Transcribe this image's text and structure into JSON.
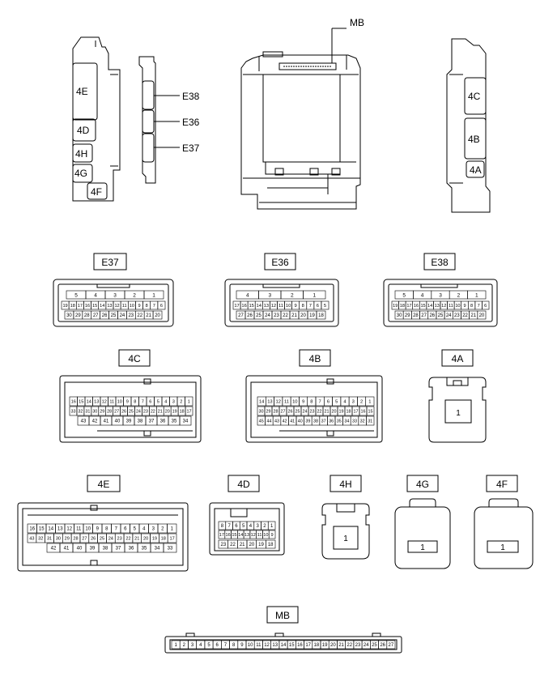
{
  "views": {
    "left_side": [
      "4E",
      "4D",
      "4H",
      "4G",
      "4F"
    ],
    "edge_side": [
      "E38",
      "E36",
      "E37"
    ],
    "top_callout": "MB",
    "right_side": [
      "4C",
      "4B",
      "4A"
    ]
  },
  "connectors": {
    "E37": {
      "label": "E37",
      "rows": [
        [
          "5",
          "4",
          "3",
          "2",
          "1"
        ],
        [
          "19",
          "18",
          "17",
          "16",
          "15",
          "14",
          "13",
          "12",
          "11",
          "10",
          "9",
          "8",
          "7",
          "6"
        ],
        [
          "30",
          "29",
          "28",
          "27",
          "26",
          "25",
          "24",
          "23",
          "22",
          "21",
          "20"
        ]
      ]
    },
    "E36": {
      "label": "E36",
      "rows": [
        [
          "4",
          "3",
          "2",
          "1"
        ],
        [
          "17",
          "16",
          "15",
          "14",
          "13",
          "12",
          "11",
          "10",
          "9",
          "8",
          "7",
          "6",
          "5"
        ],
        [
          "27",
          "26",
          "25",
          "24",
          "23",
          "22",
          "21",
          "20",
          "19",
          "18"
        ]
      ]
    },
    "E38": {
      "label": "E38",
      "rows": [
        [
          "5",
          "4",
          "3",
          "2",
          "1"
        ],
        [
          "19",
          "18",
          "17",
          "16",
          "15",
          "14",
          "13",
          "12",
          "11",
          "10",
          "9",
          "8",
          "7",
          "6"
        ],
        [
          "30",
          "29",
          "28",
          "27",
          "26",
          "25",
          "24",
          "23",
          "22",
          "21",
          "20"
        ]
      ]
    },
    "4C": {
      "label": "4C",
      "rows": [
        [
          "16",
          "15",
          "14",
          "13",
          "12",
          "11",
          "10",
          "9",
          "8",
          "7",
          "6",
          "5",
          "4",
          "3",
          "2",
          "1"
        ],
        [
          "33",
          "32",
          "31",
          "30",
          "29",
          "28",
          "27",
          "26",
          "25",
          "24",
          "23",
          "22",
          "21",
          "20",
          "19",
          "18",
          "17"
        ],
        [
          "43",
          "42",
          "41",
          "40",
          "39",
          "38",
          "37",
          "36",
          "35",
          "34"
        ]
      ]
    },
    "4B": {
      "label": "4B",
      "rows": [
        [
          "14",
          "13",
          "12",
          "11",
          "10",
          "9",
          "8",
          "7",
          "6",
          "5",
          "4",
          "3",
          "2",
          "1"
        ],
        [
          "30",
          "29",
          "28",
          "27",
          "26",
          "25",
          "24",
          "23",
          "22",
          "21",
          "20",
          "19",
          "18",
          "17",
          "16",
          "15"
        ],
        [
          "45",
          "44",
          "43",
          "42",
          "41",
          "40",
          "39",
          "38",
          "37",
          "36",
          "35",
          "34",
          "33",
          "32",
          "31"
        ]
      ]
    },
    "4A": {
      "label": "4A",
      "pins": [
        "1"
      ]
    },
    "4E": {
      "label": "4E",
      "rows": [
        [
          "16",
          "15",
          "14",
          "13",
          "12",
          "11",
          "10",
          "9",
          "8",
          "7",
          "6",
          "5",
          "4",
          "3",
          "2",
          "1"
        ],
        [
          "43",
          "32",
          "31",
          "30",
          "29",
          "28",
          "27",
          "26",
          "25",
          "24",
          "23",
          "22",
          "21",
          "20",
          "19",
          "18",
          "17"
        ],
        [
          "42",
          "41",
          "40",
          "39",
          "38",
          "37",
          "36",
          "35",
          "34",
          "33"
        ]
      ]
    },
    "4D": {
      "label": "4D",
      "rows": [
        [
          "8",
          "7",
          "6",
          "5",
          "4",
          "3",
          "2",
          "1"
        ],
        [
          "17",
          "16",
          "15",
          "14",
          "13",
          "12",
          "11",
          "10",
          "9"
        ],
        [
          "23",
          "22",
          "21",
          "20",
          "19",
          "18"
        ]
      ]
    },
    "4H": {
      "label": "4H",
      "pins": [
        "1"
      ]
    },
    "4G": {
      "label": "4G",
      "pins": [
        "1"
      ]
    },
    "4F": {
      "label": "4F",
      "pins": [
        "1"
      ]
    },
    "MB": {
      "label": "MB",
      "pins": [
        "1",
        "2",
        "3",
        "4",
        "5",
        "6",
        "7",
        "8",
        "9",
        "10",
        "11",
        "12",
        "13",
        "14",
        "15",
        "16",
        "17",
        "18",
        "19",
        "20",
        "21",
        "22",
        "23",
        "24",
        "25",
        "26",
        "27"
      ]
    }
  }
}
